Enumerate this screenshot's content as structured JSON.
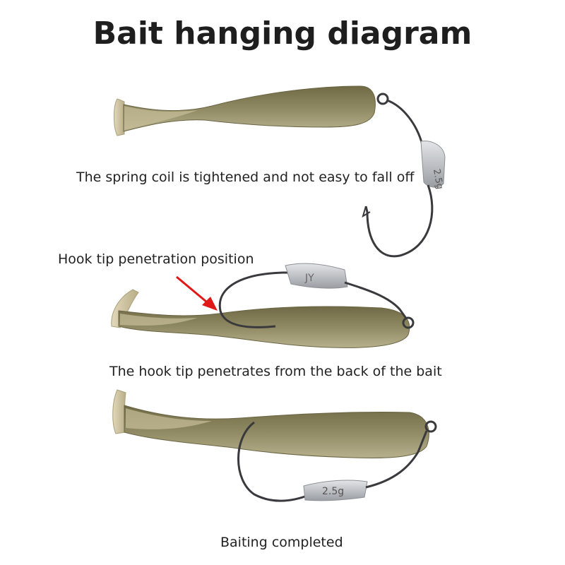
{
  "title": "Bait hanging diagram",
  "captions": {
    "spring_coil": "The spring coil is tightened and not easy to fall off",
    "hook_tip_position": "Hook tip penetration position",
    "hook_penetrates": "The hook tip penetrates from the back of the bait",
    "baiting_completed": "Baiting completed"
  },
  "weights": {
    "top": "2.5g",
    "middle": "JY",
    "bottom": "2.5g"
  },
  "colors": {
    "bait_body": "#8a8560",
    "bait_tail": "#d9cfb0",
    "hook": "#3a3a3e",
    "weight": "#b9bcc0",
    "arrow": "#e01818"
  },
  "icons": [
    "soft-bait-icon",
    "weighted-hook-icon",
    "red-arrow-icon"
  ]
}
